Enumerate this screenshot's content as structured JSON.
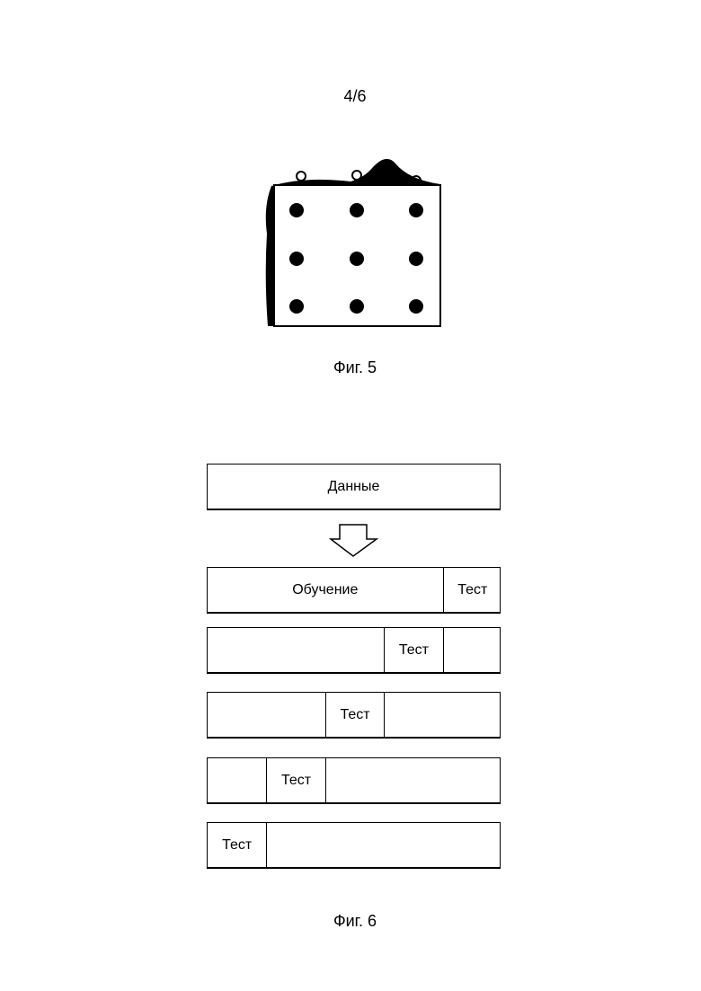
{
  "page_number": "4/6",
  "fig5": {
    "caption": "Фиг. 5",
    "grid_rows": 3,
    "grid_cols": 3
  },
  "fig6": {
    "caption": "Фиг. 6",
    "data_label": "Данные",
    "train_label": "Обучение",
    "test_label": "Тест",
    "folds": 5,
    "rows": [
      {
        "test_index": 4,
        "train_text": "Обучение"
      },
      {
        "test_index": 3
      },
      {
        "test_index": 2
      },
      {
        "test_index": 1
      },
      {
        "test_index": 0
      }
    ]
  }
}
